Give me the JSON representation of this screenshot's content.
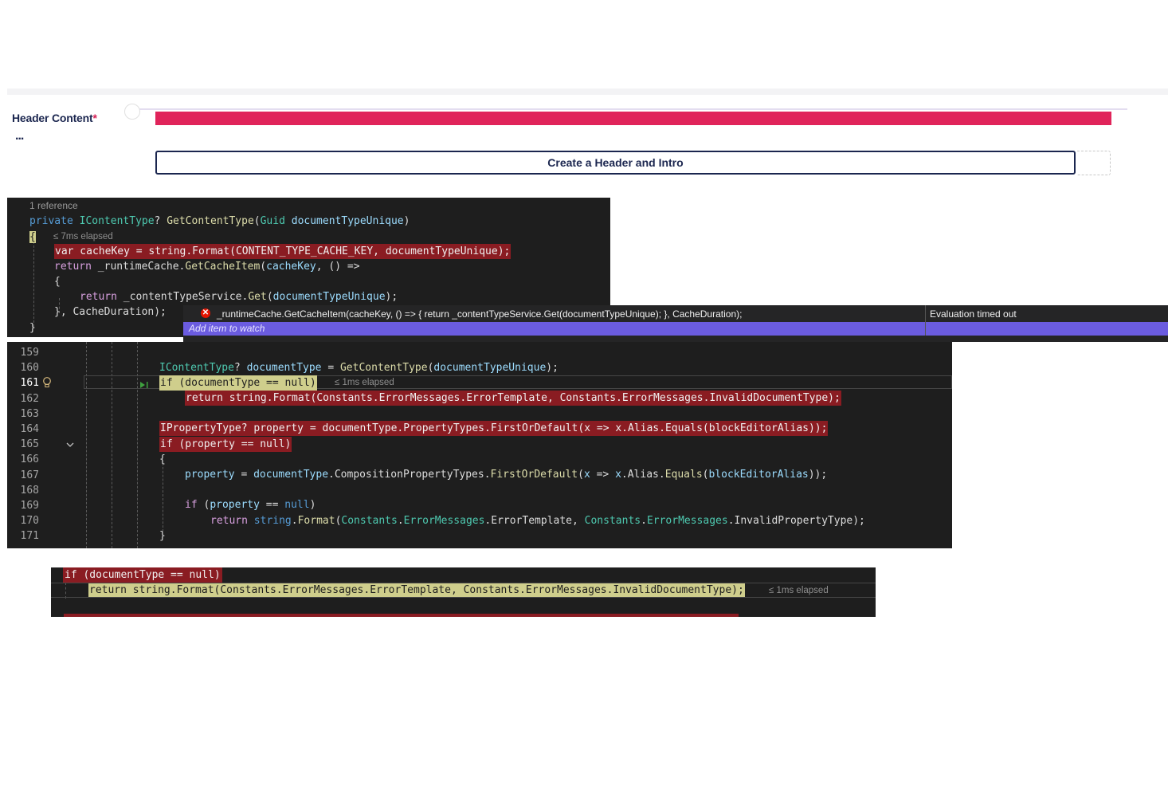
{
  "cms": {
    "property_label": "Header Content",
    "required_mark": "*",
    "more_label": "...",
    "create_button": "Create a Header and Intro"
  },
  "panel1": {
    "references": "1 reference",
    "elapsed_open": "≤ 7ms elapsed",
    "lines": [
      [
        {
          "t": "private ",
          "c": "kw"
        },
        {
          "t": "IContentType",
          "c": "ty"
        },
        {
          "t": "? ",
          "c": "pl"
        },
        {
          "t": "GetContentType",
          "c": "me"
        },
        {
          "t": "(",
          "c": "pl"
        },
        {
          "t": "Guid ",
          "c": "ty"
        },
        {
          "t": "documentTypeUnique",
          "c": "va"
        },
        {
          "t": ")",
          "c": "pl"
        }
      ],
      [
        {
          "t": "{",
          "c": "pl"
        }
      ],
      [
        {
          "t": "var cacheKey = string.Format(CONTENT_TYPE_CACHE_KEY, documentTypeUnique);",
          "c": "pl"
        }
      ],
      [
        {
          "t": "return ",
          "c": "fl"
        },
        {
          "t": "_runtimeCache",
          "c": "pl"
        },
        {
          "t": ".",
          "c": "pl"
        },
        {
          "t": "GetCacheItem",
          "c": "me"
        },
        {
          "t": "(",
          "c": "pl"
        },
        {
          "t": "cacheKey",
          "c": "va"
        },
        {
          "t": ", () =>",
          "c": "pl"
        }
      ],
      [
        {
          "t": "{",
          "c": "pl"
        }
      ],
      [
        {
          "t": "return ",
          "c": "fl"
        },
        {
          "t": "_contentTypeService",
          "c": "pl"
        },
        {
          "t": ".",
          "c": "pl"
        },
        {
          "t": "Get",
          "c": "me"
        },
        {
          "t": "(",
          "c": "pl"
        },
        {
          "t": "documentTypeUnique",
          "c": "va"
        },
        {
          "t": ");",
          "c": "pl"
        }
      ],
      [
        {
          "t": "}, CacheDuration);",
          "c": "pl"
        }
      ],
      [
        {
          "t": "}",
          "c": "pl"
        }
      ]
    ]
  },
  "watch": {
    "expression": "_runtimeCache.GetCacheItem(cacheKey, () => { return _contentTypeService.Get(documentTypeUnique); }, CacheDuration);",
    "value": "Evaluation timed out",
    "add_item": "Add item to watch"
  },
  "panel2": {
    "line_numbers": [
      "159",
      "160",
      "161",
      "162",
      "163",
      "164",
      "165",
      "166",
      "167",
      "168",
      "169",
      "170",
      "171"
    ],
    "active_line": "161",
    "elapsed": "≤ 1ms elapsed",
    "code": {
      "l160": [
        {
          "t": "IContentType",
          "c": "ty"
        },
        {
          "t": "? ",
          "c": "pl"
        },
        {
          "t": "documentType",
          "c": "va"
        },
        {
          "t": " = ",
          "c": "pl"
        },
        {
          "t": "GetContentType",
          "c": "me"
        },
        {
          "t": "(",
          "c": "pl"
        },
        {
          "t": "documentTypeUnique",
          "c": "va"
        },
        {
          "t": ");",
          "c": "pl"
        }
      ],
      "l161": "if (documentType == null)",
      "l162": "return string.Format(Constants.ErrorMessages.ErrorTemplate, Constants.ErrorMessages.InvalidDocumentType);",
      "l164": "IPropertyType? property = documentType.PropertyTypes.FirstOrDefault(x => x.Alias.Equals(blockEditorAlias));",
      "l165": "if (property == null)",
      "l166": "{",
      "l167": [
        {
          "t": "property",
          "c": "va"
        },
        {
          "t": " = ",
          "c": "pl"
        },
        {
          "t": "documentType",
          "c": "va"
        },
        {
          "t": ".CompositionPropertyTypes.",
          "c": "pl"
        },
        {
          "t": "FirstOrDefault",
          "c": "me"
        },
        {
          "t": "(",
          "c": "pl"
        },
        {
          "t": "x",
          "c": "va"
        },
        {
          "t": " => ",
          "c": "pl"
        },
        {
          "t": "x",
          "c": "va"
        },
        {
          "t": ".Alias.",
          "c": "pl"
        },
        {
          "t": "Equals",
          "c": "me"
        },
        {
          "t": "(",
          "c": "pl"
        },
        {
          "t": "blockEditorAlias",
          "c": "va"
        },
        {
          "t": "));",
          "c": "pl"
        }
      ],
      "l169": [
        {
          "t": "if ",
          "c": "fl"
        },
        {
          "t": "(",
          "c": "pl"
        },
        {
          "t": "property",
          "c": "va"
        },
        {
          "t": " == ",
          "c": "pl"
        },
        {
          "t": "null",
          "c": "kw"
        },
        {
          "t": ")",
          "c": "pl"
        }
      ],
      "l170": [
        {
          "t": "return ",
          "c": "fl"
        },
        {
          "t": "string",
          "c": "kw"
        },
        {
          "t": ".",
          "c": "pl"
        },
        {
          "t": "Format",
          "c": "me"
        },
        {
          "t": "(",
          "c": "pl"
        },
        {
          "t": "Constants",
          "c": "ty"
        },
        {
          "t": ".",
          "c": "pl"
        },
        {
          "t": "ErrorMessages",
          "c": "ty"
        },
        {
          "t": ".ErrorTemplate, ",
          "c": "pl"
        },
        {
          "t": "Constants",
          "c": "ty"
        },
        {
          "t": ".",
          "c": "pl"
        },
        {
          "t": "ErrorMessages",
          "c": "ty"
        },
        {
          "t": ".InvalidPropertyType);",
          "c": "pl"
        }
      ],
      "l171": "}"
    }
  },
  "panel3": {
    "line1": "if (documentType == null)",
    "line2": "return string.Format(Constants.ErrorMessages.ErrorTemplate, Constants.ErrorMessages.InvalidDocumentType);",
    "elapsed": "≤ 1ms elapsed"
  }
}
